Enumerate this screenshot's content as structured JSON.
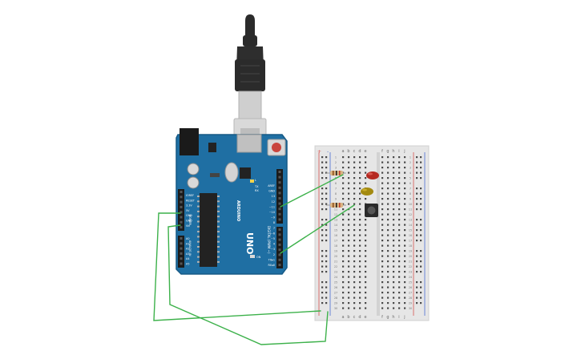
{
  "board": {
    "name": "UNO",
    "brand": "ARDUINO",
    "digital_label": "DIGITAL (PWM ~)",
    "power_label": "POWER",
    "analog_label": "ANALOG IN",
    "tx_label": "TX",
    "rx_label": "RX",
    "l_label": "L",
    "on_label": "ON",
    "digital_pins": [
      "AREF",
      "GND",
      "13",
      "12",
      "~11",
      "~10",
      "~9",
      "8",
      "7",
      "~6",
      "~5",
      "4",
      "~3",
      "2",
      "TX▸1",
      "RX◂0"
    ],
    "power_pins": [
      "IOREF",
      "RESET",
      "3.3V",
      "5V",
      "GND",
      "GND",
      "Vin"
    ],
    "analog_pins": [
      "A0",
      "A1",
      "A2",
      "A3",
      "A4",
      "A5"
    ]
  },
  "breadboard": {
    "cols_left": [
      "a",
      "b",
      "c",
      "d",
      "e"
    ],
    "cols_right": [
      "f",
      "g",
      "h",
      "i",
      "j"
    ],
    "rail_plus": "+",
    "rail_minus": "-",
    "row_count": 30
  },
  "colors": {
    "board": "#1f6fa3",
    "board_edge": "#175a86",
    "wire": "#3cb14a",
    "breadboard": "#e6e6e6",
    "rail_red": "#d9534f",
    "rail_blue": "#4a6fd1",
    "led_red": "#b52a22",
    "led_yellow": "#a38a10",
    "cable": "#2b2b2b",
    "usb_metal": "#c9c9c9"
  },
  "components": {
    "leds": [
      {
        "name": "led-red",
        "color": "red"
      },
      {
        "name": "led-yellow",
        "color": "yellow"
      }
    ],
    "resistors": 2,
    "pushbutton": 1
  }
}
